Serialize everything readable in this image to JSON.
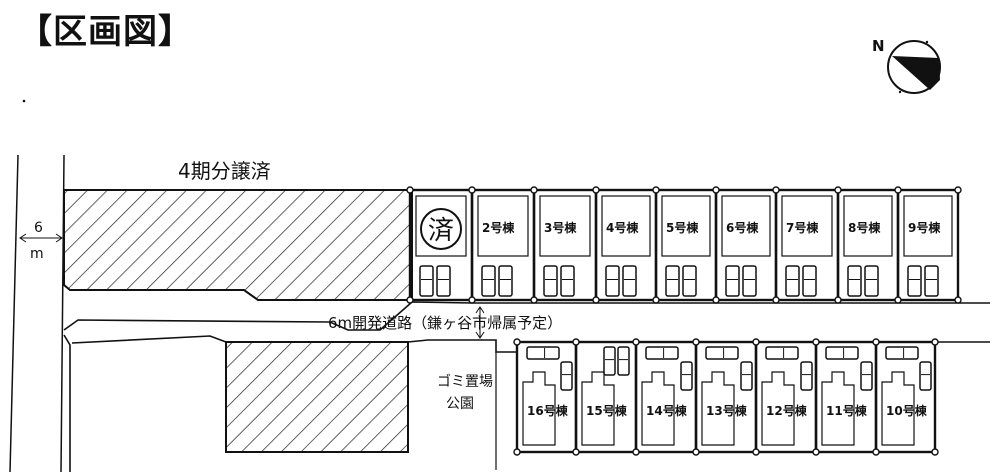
{
  "title": "【区画図】",
  "compass": {
    "north_label": "N"
  },
  "width_label": {
    "number": "6",
    "unit": "m"
  },
  "sold_area_label": "4期分譲済",
  "road_label": "6m開発道路（鎌ヶ谷市帰属予定）",
  "garbage_label": "ゴミ置場",
  "park_label": "公園",
  "top_row_lots": [
    {
      "label": "済",
      "sold": true
    },
    {
      "label": "2号棟",
      "sold": false
    },
    {
      "label": "3号棟",
      "sold": false
    },
    {
      "label": "4号棟",
      "sold": false
    },
    {
      "label": "5号棟",
      "sold": false
    },
    {
      "label": "6号棟",
      "sold": false
    },
    {
      "label": "7号棟",
      "sold": false
    },
    {
      "label": "8号棟",
      "sold": false
    },
    {
      "label": "9号棟",
      "sold": false
    }
  ],
  "bottom_row_lots": [
    {
      "label": "16号棟"
    },
    {
      "label": "15号棟"
    },
    {
      "label": "14号棟"
    },
    {
      "label": "13号棟"
    },
    {
      "label": "12号棟"
    },
    {
      "label": "11号棟"
    },
    {
      "label": "10号棟"
    }
  ]
}
